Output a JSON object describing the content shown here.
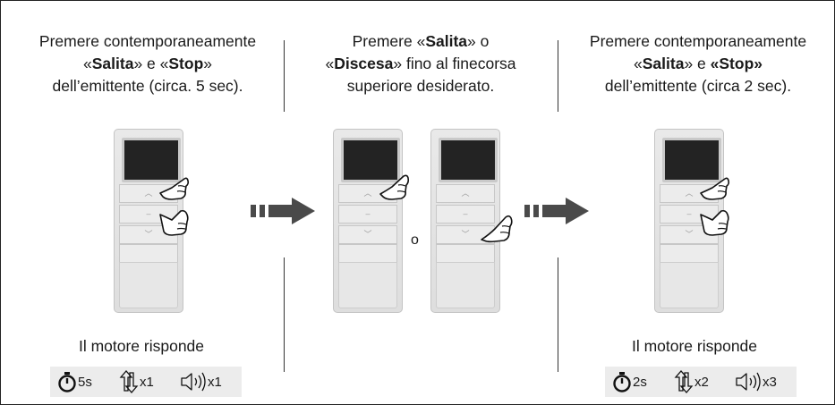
{
  "steps": [
    {
      "line1": "Premere contemporaneamente",
      "line2_pre": "«",
      "line2_b1": "Salita",
      "line2_mid": "» e «",
      "line2_b2": "Stop",
      "line2_post": "»",
      "line3": "dell’emittente (circa. 5 sec)."
    },
    {
      "line1_pre": "Premere «",
      "line1_b": "Salita",
      "line1_post": "» o",
      "line2_pre": "«",
      "line2_b": "Discesa",
      "line2_post": "» fino al finecorsa",
      "line3": "superiore desiderato."
    },
    {
      "line1": "Premere contemporaneamente",
      "line2_pre": "«",
      "line2_b1": "Salita",
      "line2_mid": "» e ",
      "line2_b2": "«Stop»",
      "line2_post": "",
      "line3": "dell’emittente (circa 2 sec)."
    }
  ],
  "or_label": "o",
  "response_left": {
    "label": "Il motore risponde",
    "timer": "5s",
    "moves": "x1",
    "beeps": "x1"
  },
  "response_right": {
    "label": "Il motore risponde",
    "timer": "2s",
    "moves": "x2",
    "beeps": "x3"
  },
  "colors": {
    "arrow": "#4a4a4a",
    "border": "#222222",
    "icon_bg": "#ececec"
  },
  "icons": [
    "remote-control-icon",
    "hand-press-icon",
    "dashed-arrow-icon",
    "stopwatch-icon",
    "up-down-movement-icon",
    "speaker-icon"
  ]
}
